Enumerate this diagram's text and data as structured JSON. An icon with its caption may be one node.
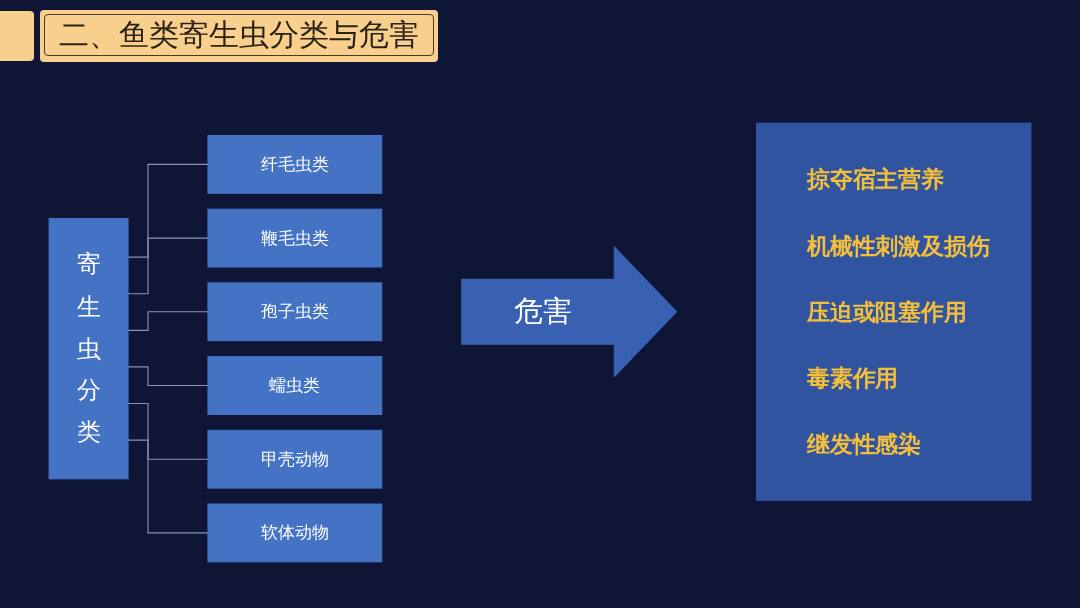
{
  "diagram": {
    "title": "二、鱼类寄生虫分类与危害",
    "nodes": [
      {
        "text": [
          "寄生虫分类"
        ]
      },
      {
        "text": [
          "纤毛虫类"
        ]
      },
      {
        "text": [
          "鞭毛虫类"
        ]
      },
      {
        "text": [
          "孢子虫类"
        ]
      },
      {
        "text": [
          "蠕虫类"
        ]
      },
      {
        "text": [
          "甲壳动物"
        ]
      },
      {
        "text": [
          "软体动物"
        ]
      },
      {
        "text": [
          "危害"
        ]
      },
      {
        "text": [
          "掠夺宿主营养",
          "机械性刺激及损伤",
          "压迫或阻塞作用",
          "毒素作用",
          "继发性感染"
        ]
      }
    ],
    "edges": [
      {
        "from": 0,
        "to": 1,
        "arrow": "none"
      },
      {
        "from": 0,
        "to": 2,
        "arrow": "none"
      },
      {
        "from": 0,
        "to": 3,
        "arrow": "none"
      },
      {
        "from": 0,
        "to": 4,
        "arrow": "none"
      },
      {
        "from": 0,
        "to": 5,
        "arrow": "none"
      },
      {
        "from": 0,
        "to": 6,
        "arrow": "none"
      }
    ]
  }
}
